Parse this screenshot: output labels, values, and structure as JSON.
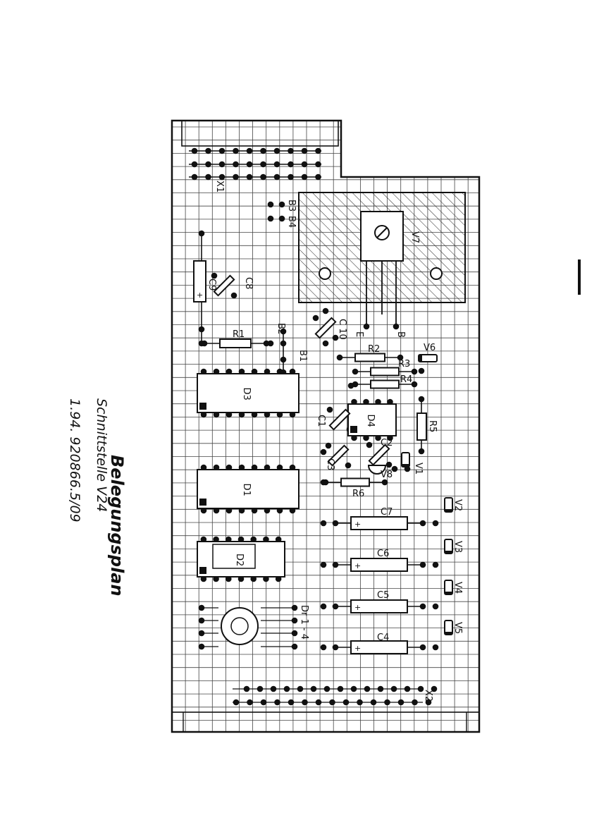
{
  "title_block": {
    "title": "Belegungsplan",
    "subtitle": "Schnittstelle V24",
    "drawing_number": "1.94. 920866.5/09"
  },
  "connectors": {
    "x1": "X1",
    "x2": "X2",
    "b3": "B3",
    "b4": "B4",
    "bz": "Bz",
    "b1": "B1",
    "dr": "Dr 1 - 4"
  },
  "regulator": {
    "name": "V7",
    "pin_e": "E",
    "pin_b": "B"
  },
  "ics": {
    "d3": "D3",
    "d1": "D1",
    "d2": "D2",
    "d4": "D4"
  },
  "resistors": {
    "r1": "R1",
    "r2": "R2",
    "r3": "R3",
    "r4": "R4",
    "r5": "R5",
    "r6": "R6"
  },
  "capacitors": {
    "c1": "C1",
    "c2": "C2",
    "c3": "C3",
    "c4": "C4",
    "c5": "C5",
    "c6": "C6",
    "c7": "C7",
    "c8": "C8",
    "c9": "C9",
    "c10": "C 10",
    "plus": "+"
  },
  "diodes": {
    "v1": "V1",
    "v2": "V2",
    "v3": "V3",
    "v4": "V4",
    "v5": "V5",
    "v6": "V6",
    "v8": "V8"
  }
}
